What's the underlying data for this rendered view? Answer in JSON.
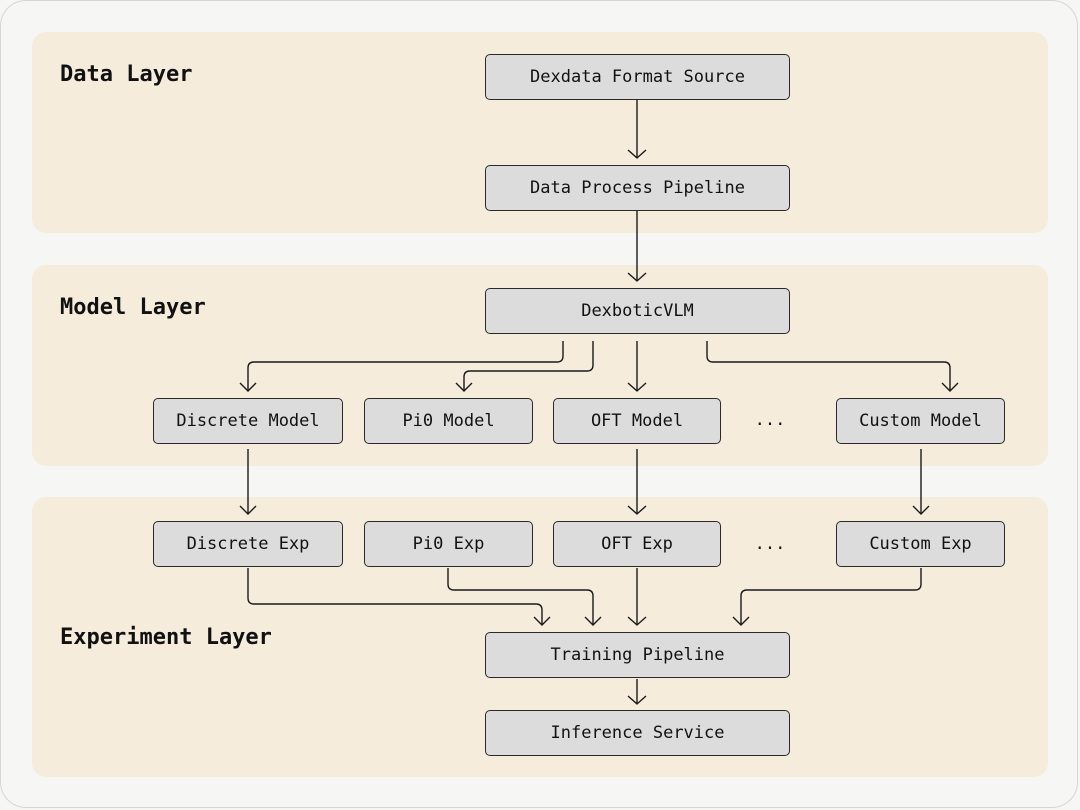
{
  "layers": {
    "data": {
      "title": "Data Layer"
    },
    "model": {
      "title": "Model Layer"
    },
    "experiment": {
      "title": "Experiment Layer"
    }
  },
  "nodes": {
    "dexdata_format_source": "Dexdata Format Source",
    "data_process_pipeline": "Data Process Pipeline",
    "dexbotic_vlm": "DexboticVLM",
    "discrete_model": "Discrete Model",
    "pi0_model": "Pi0 Model",
    "oft_model": "OFT Model",
    "custom_model": "Custom Model",
    "discrete_exp": "Discrete Exp",
    "pi0_exp": "Pi0 Exp",
    "oft_exp": "OFT Exp",
    "custom_exp": "Custom Exp",
    "training_pipeline": "Training Pipeline",
    "inference_service": "Inference Service"
  },
  "ellipsis": {
    "model_row": "...",
    "exp_row": "..."
  }
}
